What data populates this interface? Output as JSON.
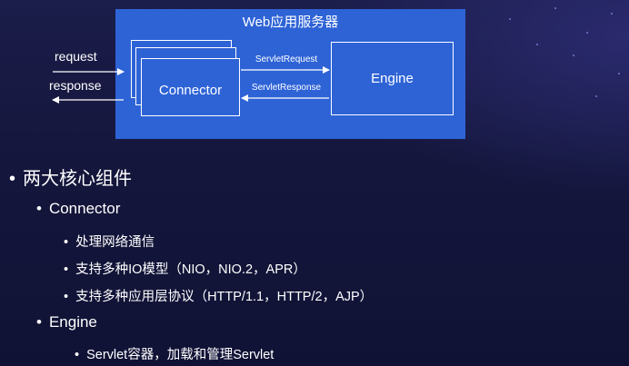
{
  "diagram": {
    "server_title": "Web应用服务器",
    "connector_label": "Connector",
    "engine_label": "Engine",
    "servlet_request_label": "ServletRequest",
    "servlet_response_label": "ServletResponse",
    "request_label": "request",
    "response_label": "response"
  },
  "bullets": {
    "b1": "两大核心组件",
    "b2": "Connector",
    "b3": "处理网络通信",
    "b4": "支持多种IO模型（NIO，NIO.2，APR）",
    "b5": "支持多种应用层协议（HTTP/1.1，HTTP/2，AJP）",
    "b6": "Engine",
    "b7": "Servlet容器，加载和管理Servlet"
  },
  "colors": {
    "box_blue": "#2e63d6",
    "background": "#161840"
  }
}
